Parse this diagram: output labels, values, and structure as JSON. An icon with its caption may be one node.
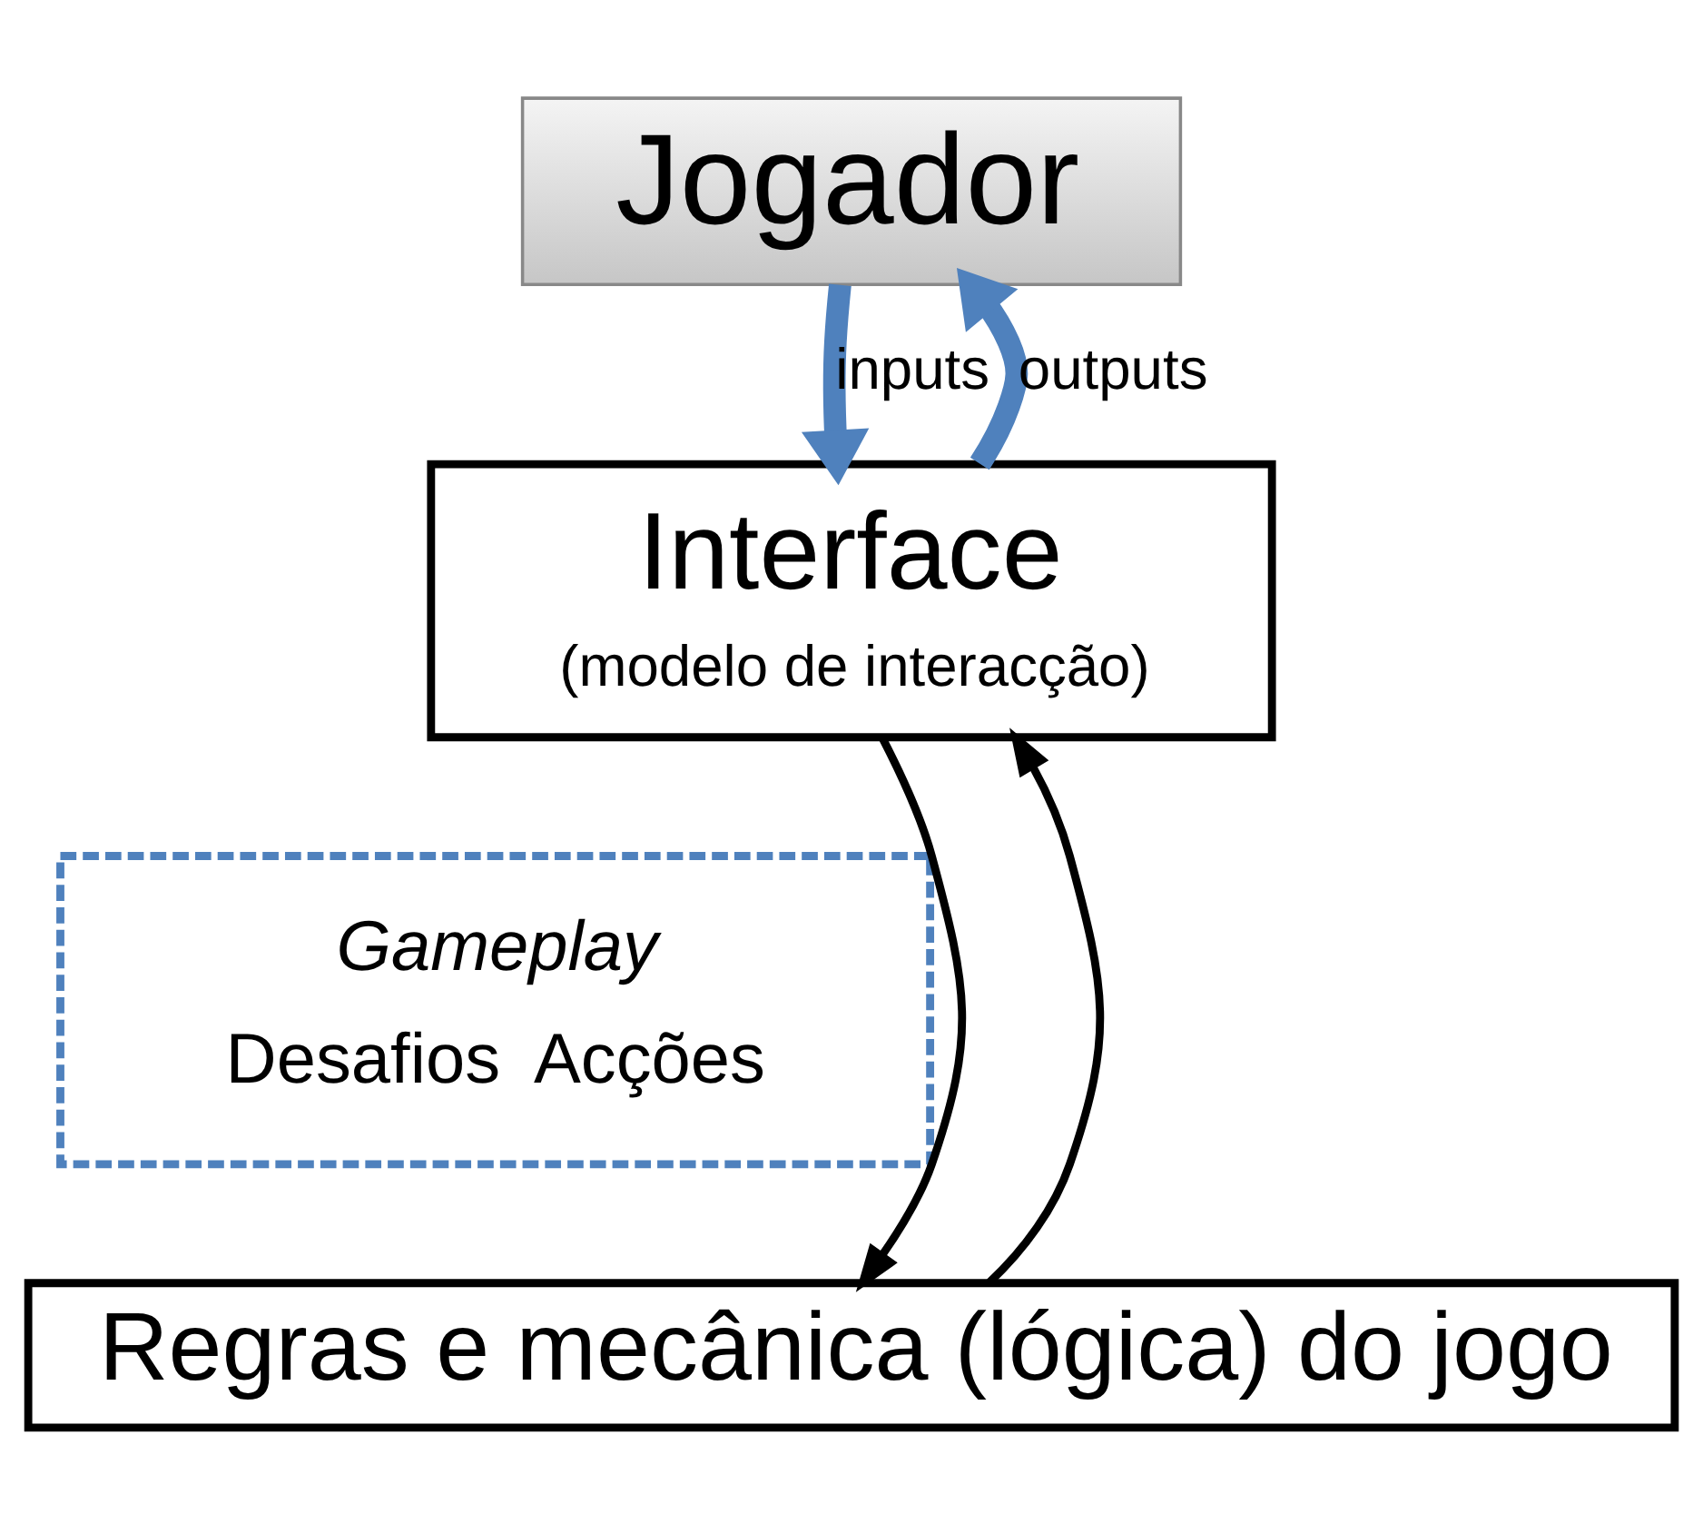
{
  "diagram": {
    "nodes": [
      {
        "text": [
          "Jogador"
        ]
      },
      {
        "text": [
          "Interface",
          "(modelo de interacção)"
        ]
      },
      {
        "text": [
          "Gameplay",
          "Desafios",
          "Acções"
        ]
      },
      {
        "text": [
          "Regras e mecânica (lógica) do jogo"
        ]
      }
    ],
    "edges": [
      {
        "from": 0,
        "to": 1,
        "arrow": "to",
        "label": "inputs",
        "style": "thick",
        "color": "#4f81bd"
      },
      {
        "from": 1,
        "to": 0,
        "arrow": "to",
        "label": "outputs",
        "style": "thick",
        "color": "#4f81bd"
      },
      {
        "from": 3,
        "to": 1,
        "arrow": "to",
        "color": "#000000"
      },
      {
        "from": 1,
        "to": 3,
        "arrow": "to",
        "color": "#000000"
      }
    ]
  }
}
